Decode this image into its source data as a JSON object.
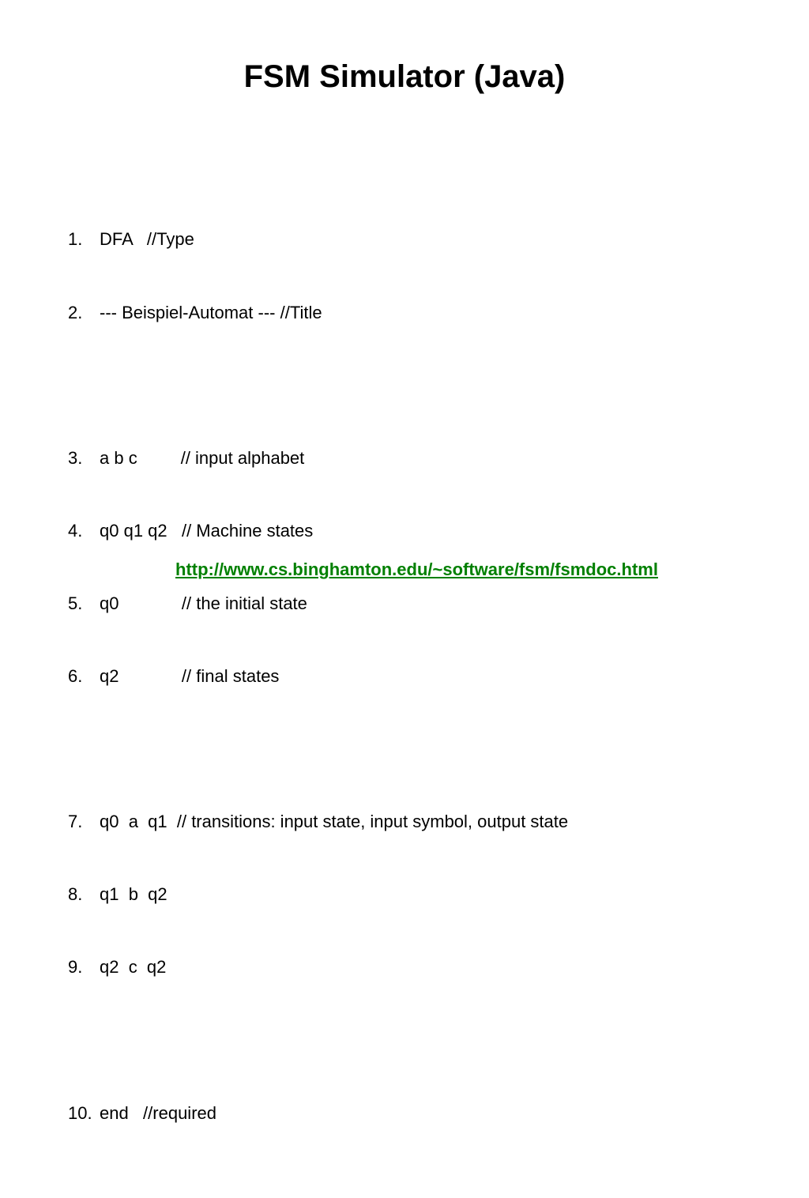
{
  "slide": {
    "title": "FSM Simulator (Java)",
    "lines": [
      {
        "num": "1.",
        "text": "DFA   //Type"
      },
      {
        "num": "2.",
        "text": "--- Beispiel-Automat --- //Title"
      },
      {
        "num": "3.",
        "text": "a b c         // input alphabet"
      },
      {
        "num": "4.",
        "text": "q0 q1 q2   // Machine states"
      },
      {
        "num": "5.",
        "text": "q0             // the initial state"
      },
      {
        "num": "6.",
        "text": "q2             // final states"
      },
      {
        "num": "7.",
        "text": "q0  a  q1  // transitions: input state, input symbol, output state"
      },
      {
        "num": "8.",
        "text": "q1  b  q2"
      },
      {
        "num": "9.",
        "text": "q2  c  q2"
      },
      {
        "num": "10.",
        "text": "end   //required"
      }
    ],
    "link_text": "http://www.cs.binghamton.edu/~software/fsm/fsmdoc.html",
    "colors": {
      "background": "#ffffff",
      "text": "#000000",
      "link": "#008000"
    }
  }
}
